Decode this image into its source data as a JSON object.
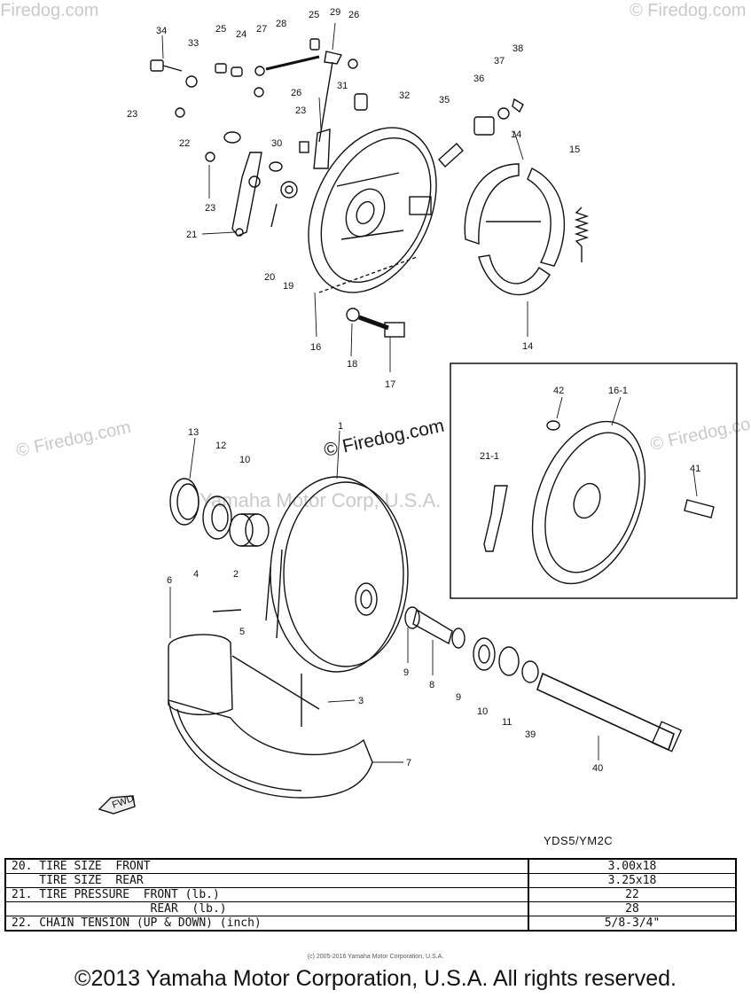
{
  "watermark": "© Firedog.com",
  "watermark_center": "© Firedog.com",
  "watermark_overlay": "Yamaha Motor Corp, U.S.A.",
  "part_numbers": [
    "34",
    "33",
    "25",
    "24",
    "27",
    "28",
    "25",
    "29",
    "26",
    "26",
    "32",
    "31",
    "23",
    "23",
    "22",
    "30",
    "23",
    "21",
    "20",
    "19",
    "16",
    "18",
    "17",
    "35",
    "36",
    "37",
    "38",
    "14",
    "15",
    "14",
    "1",
    "13",
    "12",
    "10",
    "6",
    "4",
    "2",
    "5",
    "9",
    "8",
    "9",
    "10",
    "11",
    "39",
    "40",
    "3",
    "7",
    "42",
    "16-1",
    "21-1",
    "41"
  ],
  "inset": {
    "labels": [
      "42",
      "16-1",
      "21-1",
      "41"
    ]
  },
  "fwd_label": "FWD",
  "model_code": "YDS5/YM2C",
  "spec_table": {
    "rows": [
      {
        "label": "20. TIRE SIZE  FRONT",
        "value": "3.00x18"
      },
      {
        "label": "    TIRE SIZE  REAR",
        "value": "3.25x18"
      },
      {
        "label": "21. TIRE PRESSURE  FRONT (lb.)",
        "value": "22"
      },
      {
        "label": "                    REAR  (lb.)",
        "value": "28"
      },
      {
        "label": "22. CHAIN TENSION (UP & DOWN) (inch)",
        "value": "5/8-3/4\""
      }
    ]
  },
  "small_notice": "(c) 2005-2016 Yamaha Motor Corporation, U.S.A.",
  "copyright": "©2013 Yamaha Motor Corporation, U.S.A. All rights reserved."
}
